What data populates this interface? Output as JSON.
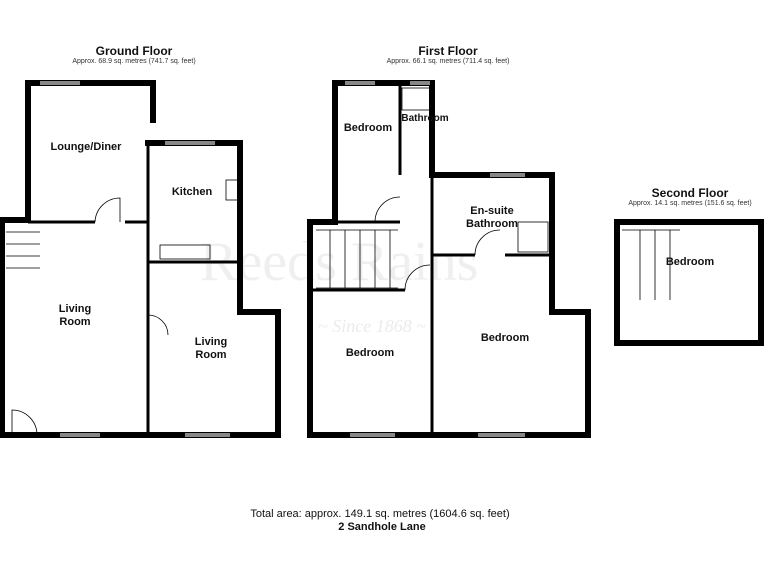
{
  "floors": [
    {
      "title": "Ground Floor",
      "area": "Approx. 68.9 sq. metres (741.7 sq. feet)",
      "rooms": [
        "Lounge/Diner",
        "Kitchen",
        "Living Room",
        "Living Room"
      ]
    },
    {
      "title": "First Floor",
      "area": "Approx. 66.1 sq. metres (711.4 sq. feet)",
      "rooms": [
        "Bedroom",
        "Bathroom",
        "En-suite Bathroom",
        "Bedroom",
        "Bedroom"
      ]
    },
    {
      "title": "Second Floor",
      "area": "Approx. 14.1 sq. metres (151.6 sq. feet)",
      "rooms": [
        "Bedroom"
      ]
    }
  ],
  "watermark": {
    "name": "Reeds Rains",
    "tagline": "Since 1868"
  },
  "footer": {
    "total_area": "Total area: approx. 149.1 sq. metres (1604.6 sq. feet)",
    "address": "2 Sandhole Lane"
  },
  "colors": {
    "walls": "#000000",
    "windows": "#888888"
  }
}
